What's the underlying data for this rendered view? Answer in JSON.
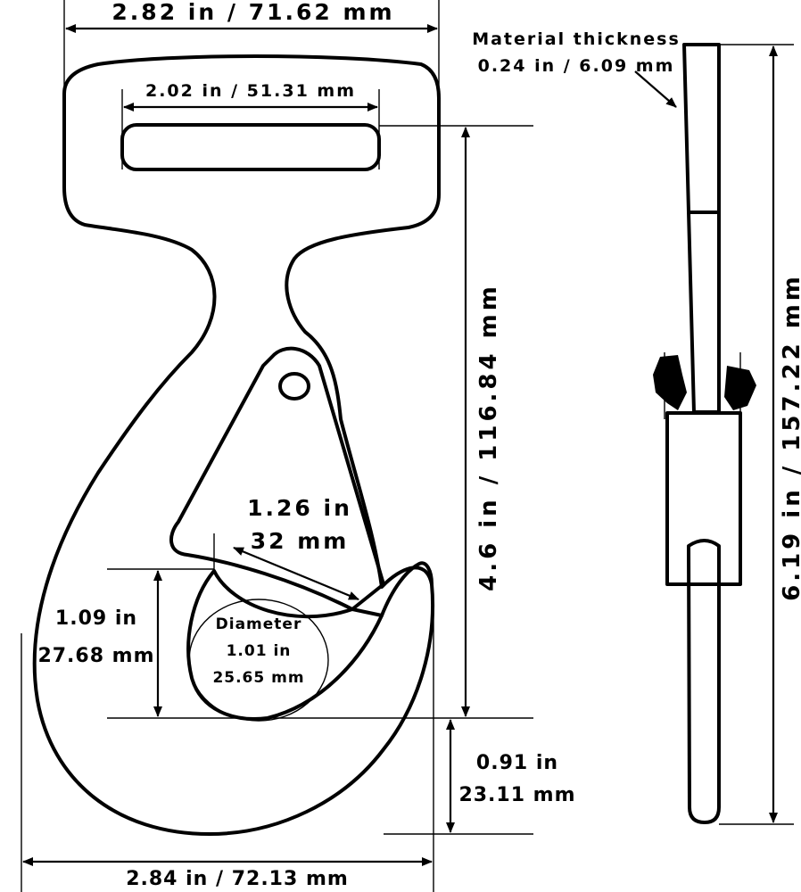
{
  "dimensions": {
    "top_width": "2.82 in / 71.62 mm",
    "slot_width": "2.02 in / 51.31 mm",
    "material_thickness_label": "Material thickness",
    "material_thickness_value": "0.24 in / 6.09 mm",
    "gate_length_in": "1.26 in",
    "gate_length_mm": "32 mm",
    "throat_depth_in": "1.09 in",
    "throat_depth_mm": "27.68 mm",
    "eye_diameter_label": "Diameter",
    "eye_diameter_in": "1.01 in",
    "eye_diameter_mm": "25.65 mm",
    "slot_to_throat_height": "4.6 in / 116.84 mm",
    "hook_bottom_in": "0.91 in",
    "hook_bottom_mm": "23.11 mm",
    "bottom_width": "2.84 in / 72.13 mm",
    "overall_height": "6.19 in / 157.22 mm"
  }
}
